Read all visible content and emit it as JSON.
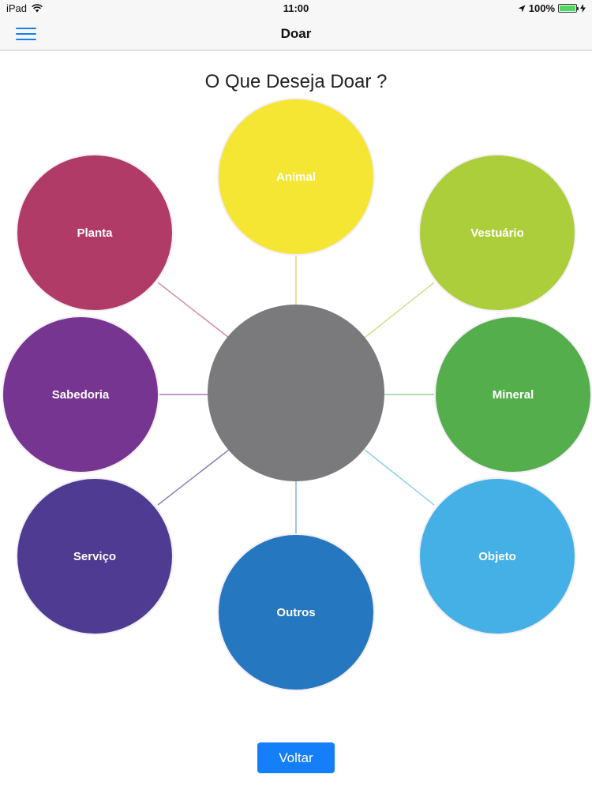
{
  "status_bar": {
    "device": "iPad",
    "time": "11:00",
    "battery": "100%"
  },
  "navbar": {
    "title": "Doar",
    "menu_icon": "hamburger-menu-icon"
  },
  "page": {
    "heading": "O Que Deseja Doar ?"
  },
  "categories": [
    {
      "label": "Animal",
      "color": "#f4e632"
    },
    {
      "label": "Vestuário",
      "color": "#acce3b"
    },
    {
      "label": "Mineral",
      "color": "#55ae4c"
    },
    {
      "label": "Objeto",
      "color": "#45b0e6"
    },
    {
      "label": "Outros",
      "color": "#2577c0"
    },
    {
      "label": "Serviço",
      "color": "#4f3b91"
    },
    {
      "label": "Sabedoria",
      "color": "#773592"
    },
    {
      "label": "Planta",
      "color": "#b03b67"
    }
  ],
  "center_color": "#7a797b",
  "actions": {
    "back_label": "Voltar"
  }
}
